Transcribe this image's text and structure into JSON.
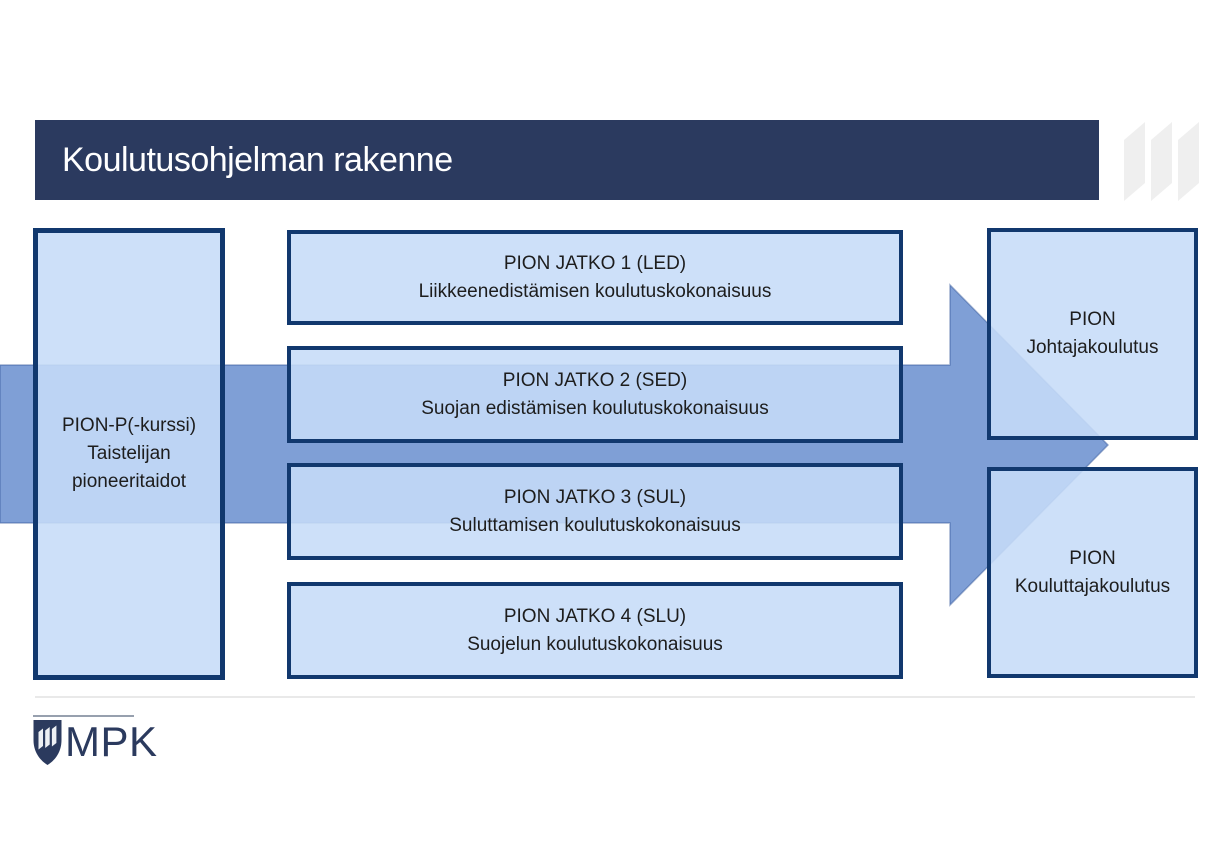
{
  "slide": {
    "title": "Koulutusohjelman rakenne"
  },
  "diagram": {
    "type": "flow",
    "entry_box": {
      "line1": "PION-P(-kurssi)",
      "line2": "Taistelijan",
      "line3": "pioneeritaidot"
    },
    "middle_boxes": [
      {
        "title": "PION JATKO 1 (LED)",
        "subtitle": "Liikkeenedistämisen koulutuskokonaisuus"
      },
      {
        "title": "PION JATKO 2 (SED)",
        "subtitle": "Suojan edistämisen koulutuskokonaisuus"
      },
      {
        "title": "PION JATKO 3 (SUL)",
        "subtitle": "Suluttamisen koulutuskokonaisuus"
      },
      {
        "title": "PION JATKO 4 (SLU)",
        "subtitle": "Suojelun koulutuskokonaisuus"
      }
    ],
    "outcome_boxes": [
      {
        "line1": "PION",
        "line2": "Johtajakoulutus"
      },
      {
        "line1": "PION",
        "line2": "Kouluttajakoulutus"
      }
    ]
  },
  "footer": {
    "logo_text": "MPK"
  },
  "colors": {
    "header_bg": "#2B3A5F",
    "box_border": "#11386E",
    "box_fill": "#CDE1F9",
    "arrow_fill": "#7F9FD6",
    "deco_gray": "#EFEFEF",
    "logo_navy": "#2B3A5E",
    "divider_gray": "#E9E9E9"
  },
  "icons": {
    "deco_stripes": "three-slanted-stripes",
    "logo_shield": "mpk-shield"
  }
}
